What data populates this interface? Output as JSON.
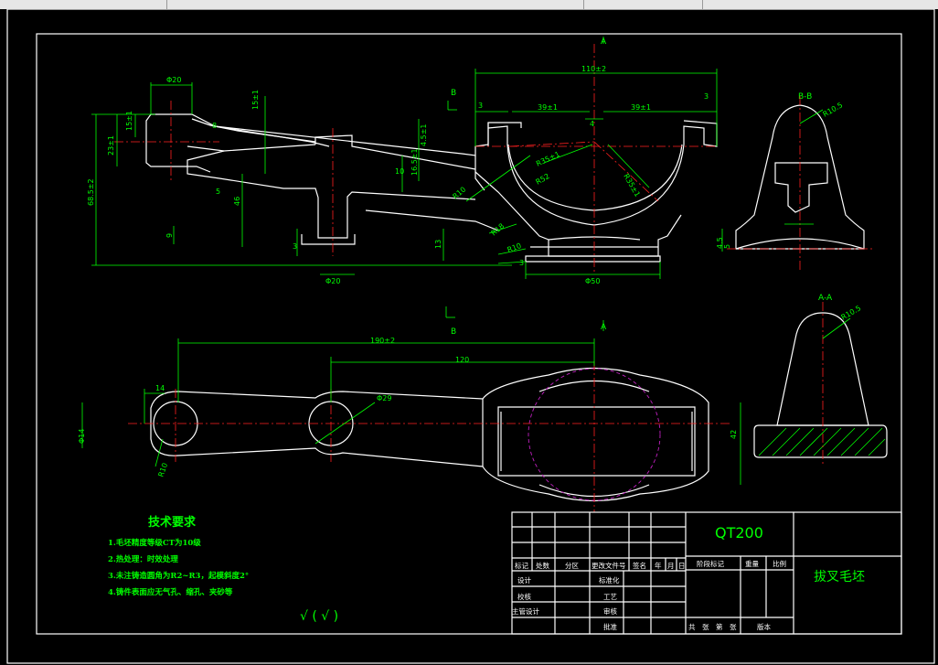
{
  "colors": {
    "background": "#000000",
    "outline": "#ffffff",
    "dimension": "#00ff00",
    "centerline": "#ff2020",
    "hidden": "#c020c0"
  },
  "views": {
    "section_a": {
      "label": "A"
    },
    "section_b": {
      "label": "B"
    },
    "section_bb": {
      "title": "B-B",
      "radius": "R10.5"
    },
    "section_aa": {
      "title": "A-A",
      "radius": "R10.5"
    }
  },
  "dims": {
    "d1": "110±2",
    "d2": "39±1",
    "d3": "39±1",
    "d4": "3",
    "d5": "3",
    "d6": "4",
    "d7": "R35±1",
    "d8": "R52",
    "d9": "R35±1",
    "d10": "R18",
    "d11": "R10",
    "d12": "R10",
    "d13": "Φ50",
    "d14": "Φ20",
    "d15": "Φ20",
    "d16": "15±1",
    "d17": "8",
    "d18": "23±1",
    "d19": "68.5±2",
    "d20": "15±1",
    "d21": "5",
    "d22": "46",
    "d23": "9",
    "d24": "3",
    "d25": "10",
    "d26": "16.5±1",
    "d27": "4.5±1",
    "d28": "13",
    "d29": "3",
    "d30": "190±2",
    "d31": "120",
    "d32": "14",
    "d33": "Φ14",
    "d34": "R10",
    "d35": "Φ29",
    "d36": "42",
    "d37": "3",
    "d38": "5",
    "d39": "4.5"
  },
  "notes": {
    "title": "技术要求",
    "items": [
      "1.毛坯精度等级CT为10级",
      "2.热处理：时效处理",
      "3.未注铸造圆角为R2~R3，起模斜度2°",
      "4.铸件表面应无气孔、缩孔、夹砂等"
    ],
    "roughness": "√ ( √ )"
  },
  "title_block": {
    "material": "QT200",
    "part_name": "拔叉毛坯",
    "r1": [
      "标记",
      "处数",
      "分区",
      "更改文件号",
      "签名",
      "年",
      "月",
      "日"
    ],
    "design": "设计",
    "check": "校核",
    "proc_design": "主管设计",
    "standard": "标准化",
    "process": "工艺",
    "review": "审核",
    "approve": "批准",
    "stage": "阶段标记",
    "weight": "重量",
    "scale": "比例",
    "sheets_total": "共",
    "sheets_total_unit": "张",
    "sheet_no": "第",
    "sheet_no_unit": "张",
    "version": "版本"
  }
}
